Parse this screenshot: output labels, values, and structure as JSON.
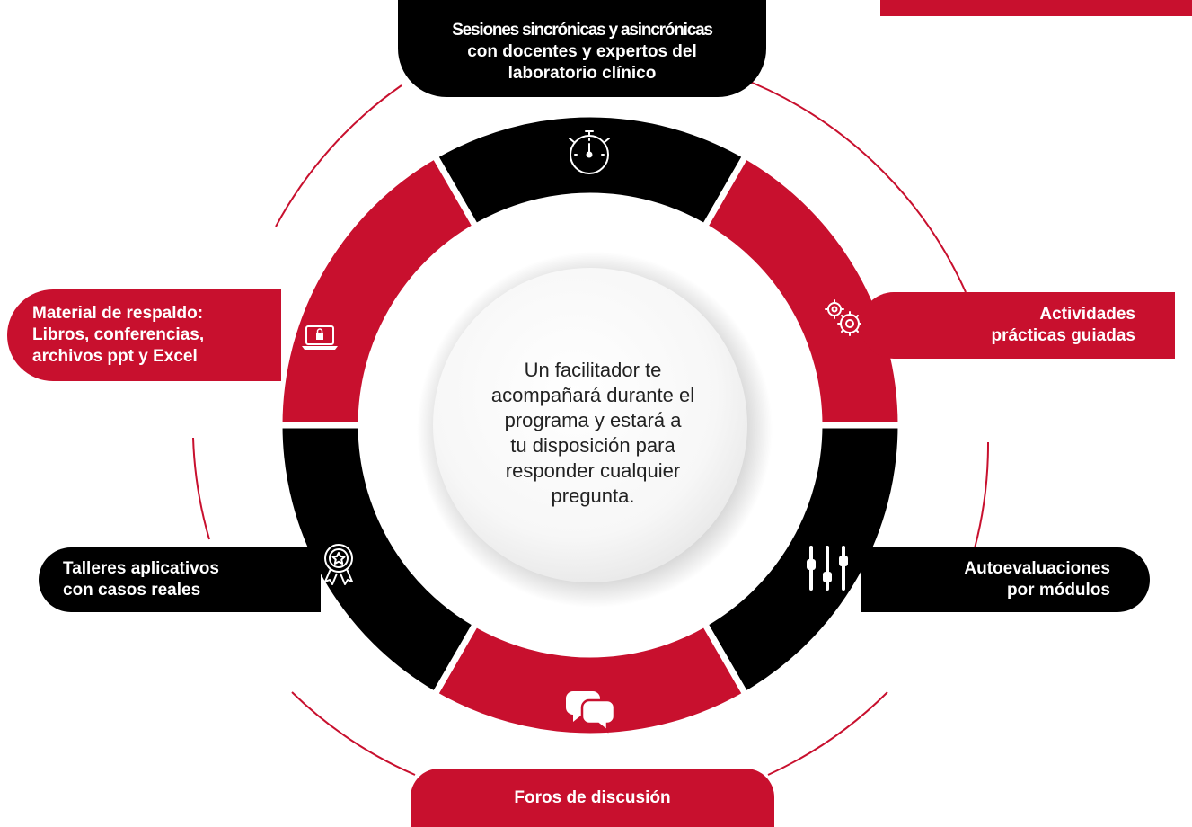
{
  "center_text": [
    "Un facilitador te",
    "acompañará durante el",
    "programa y estará a",
    "tu disposición para",
    "responder cualquier",
    "pregunta."
  ],
  "items": {
    "sesiones": {
      "lines": [
        "Sesiones sincrónicas y asincrónicas",
        "con docentes y expertos del",
        "laboratorio clínico"
      ],
      "icon": "stopwatch-icon"
    },
    "actividades": {
      "lines": [
        "Actividades",
        "prácticas guiadas"
      ],
      "icon": "gears-icon"
    },
    "autoevaluaciones": {
      "lines": [
        "Autoevaluaciones",
        "por módulos"
      ],
      "icon": "sliders-icon"
    },
    "foros": {
      "lines": [
        "Foros de discusión"
      ],
      "icon": "chat-bubbles-icon"
    },
    "talleres": {
      "lines": [
        "Talleres aplicativos",
        "con casos reales"
      ],
      "icon": "award-badge-icon"
    },
    "material": {
      "lines": [
        "Material de respaldo:",
        "Libros, conferencias,",
        "archivos ppt y Excel"
      ],
      "icon": "laptop-lock-icon"
    }
  },
  "colors": {
    "red": "#c8102e",
    "black": "#000000",
    "white": "#ffffff",
    "text": "#222222"
  }
}
